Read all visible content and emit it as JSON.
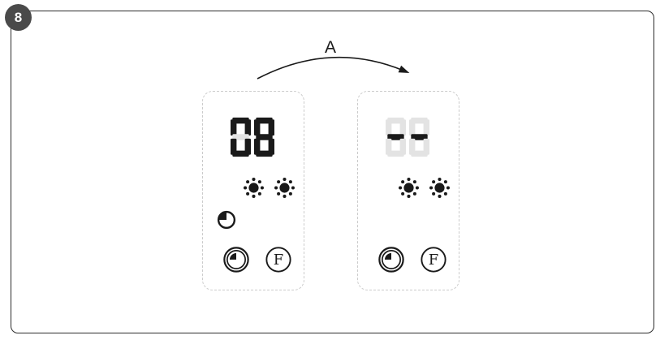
{
  "figure": {
    "step_badge": "8",
    "arrow_label": "A"
  },
  "colors": {
    "frame_border": "#2c2c2c",
    "badge_bg": "#4a4a4a",
    "badge_text": "#ffffff",
    "panel_border": "#cbcbcb",
    "ink": "#1a1a1a",
    "segment_on": "#1a1a1a",
    "segment_off": "#e3e3e3"
  },
  "display": {
    "segment_map": {
      "0": "abcdef",
      "8": "abcdefg",
      "-": "g"
    }
  },
  "panels": [
    {
      "name": "display-state-before",
      "display_value": "08",
      "icons": {
        "small_clock": true,
        "function_button_label": "F"
      }
    },
    {
      "name": "display-state-after",
      "display_value": "--",
      "icons": {
        "small_clock": false,
        "function_button_label": "F"
      }
    }
  ]
}
